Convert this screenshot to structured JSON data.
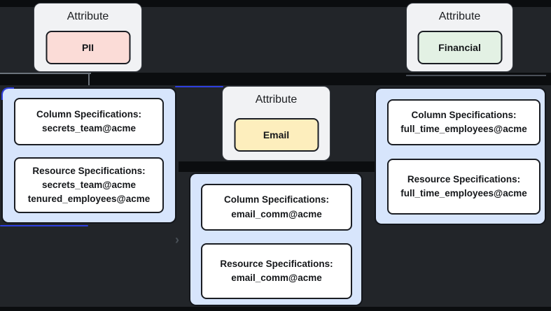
{
  "diagram": {
    "nodes": {
      "pii": {
        "title": "Attribute",
        "label": "PII"
      },
      "financial": {
        "title": "Attribute",
        "label": "Financial"
      },
      "email": {
        "title": "Attribute",
        "label": "Email"
      }
    },
    "specs": {
      "pii": {
        "column": {
          "heading": "Column Specifications:",
          "line1": "secrets_team@acme"
        },
        "resource": {
          "heading": "Resource Specifications:",
          "line1": "secrets_team@acme",
          "line2": "tenured_employees@acme"
        }
      },
      "financial": {
        "column": {
          "heading": "Column Specifications:",
          "line1": "full_time_employees@acme"
        },
        "resource": {
          "heading": "Resource Specifications:",
          "line1": "full_time_employees@acme"
        }
      },
      "email": {
        "column": {
          "heading": "Column Specifications:",
          "line1": "email_comm@acme"
        },
        "resource": {
          "heading": "Resource Specifications:",
          "line1": "email_comm@acme"
        }
      }
    },
    "icons": {
      "arrowhead": "›"
    },
    "colors": {
      "background": "#222529",
      "edge_band": "#0b0d0f",
      "edge_blue": "#2e3fe0",
      "attribute_node_fill": "#f1f2f4",
      "pii_chip_fill": "#fbdcd7",
      "financial_chip_fill": "#e3f1e4",
      "email_chip_fill": "#fdeebd",
      "container_fill": "#d7e5fc",
      "spec_box_fill": "#ffffff",
      "text": "#16181b"
    }
  }
}
